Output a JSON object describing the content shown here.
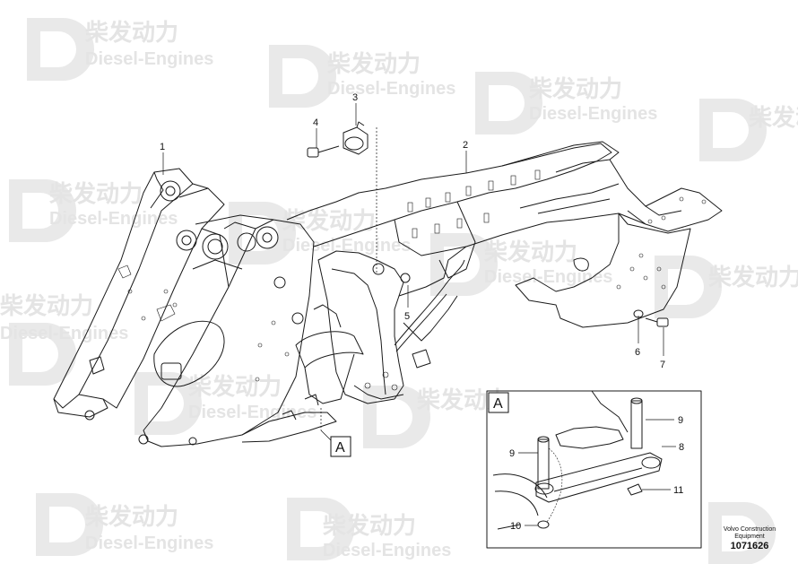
{
  "watermark": {
    "brand_cn": "柴发动力",
    "brand_en": "Diesel-Engines"
  },
  "callouts": {
    "main": [
      "1",
      "2",
      "3",
      "4",
      "5",
      "6",
      "7"
    ],
    "detail": [
      "8",
      "9",
      "9",
      "10",
      "11"
    ]
  },
  "view_marker": "A",
  "detail_title": "A",
  "footer": {
    "line1": "Volvo Construction",
    "line2": "Equipment",
    "part_number": "1071626"
  }
}
